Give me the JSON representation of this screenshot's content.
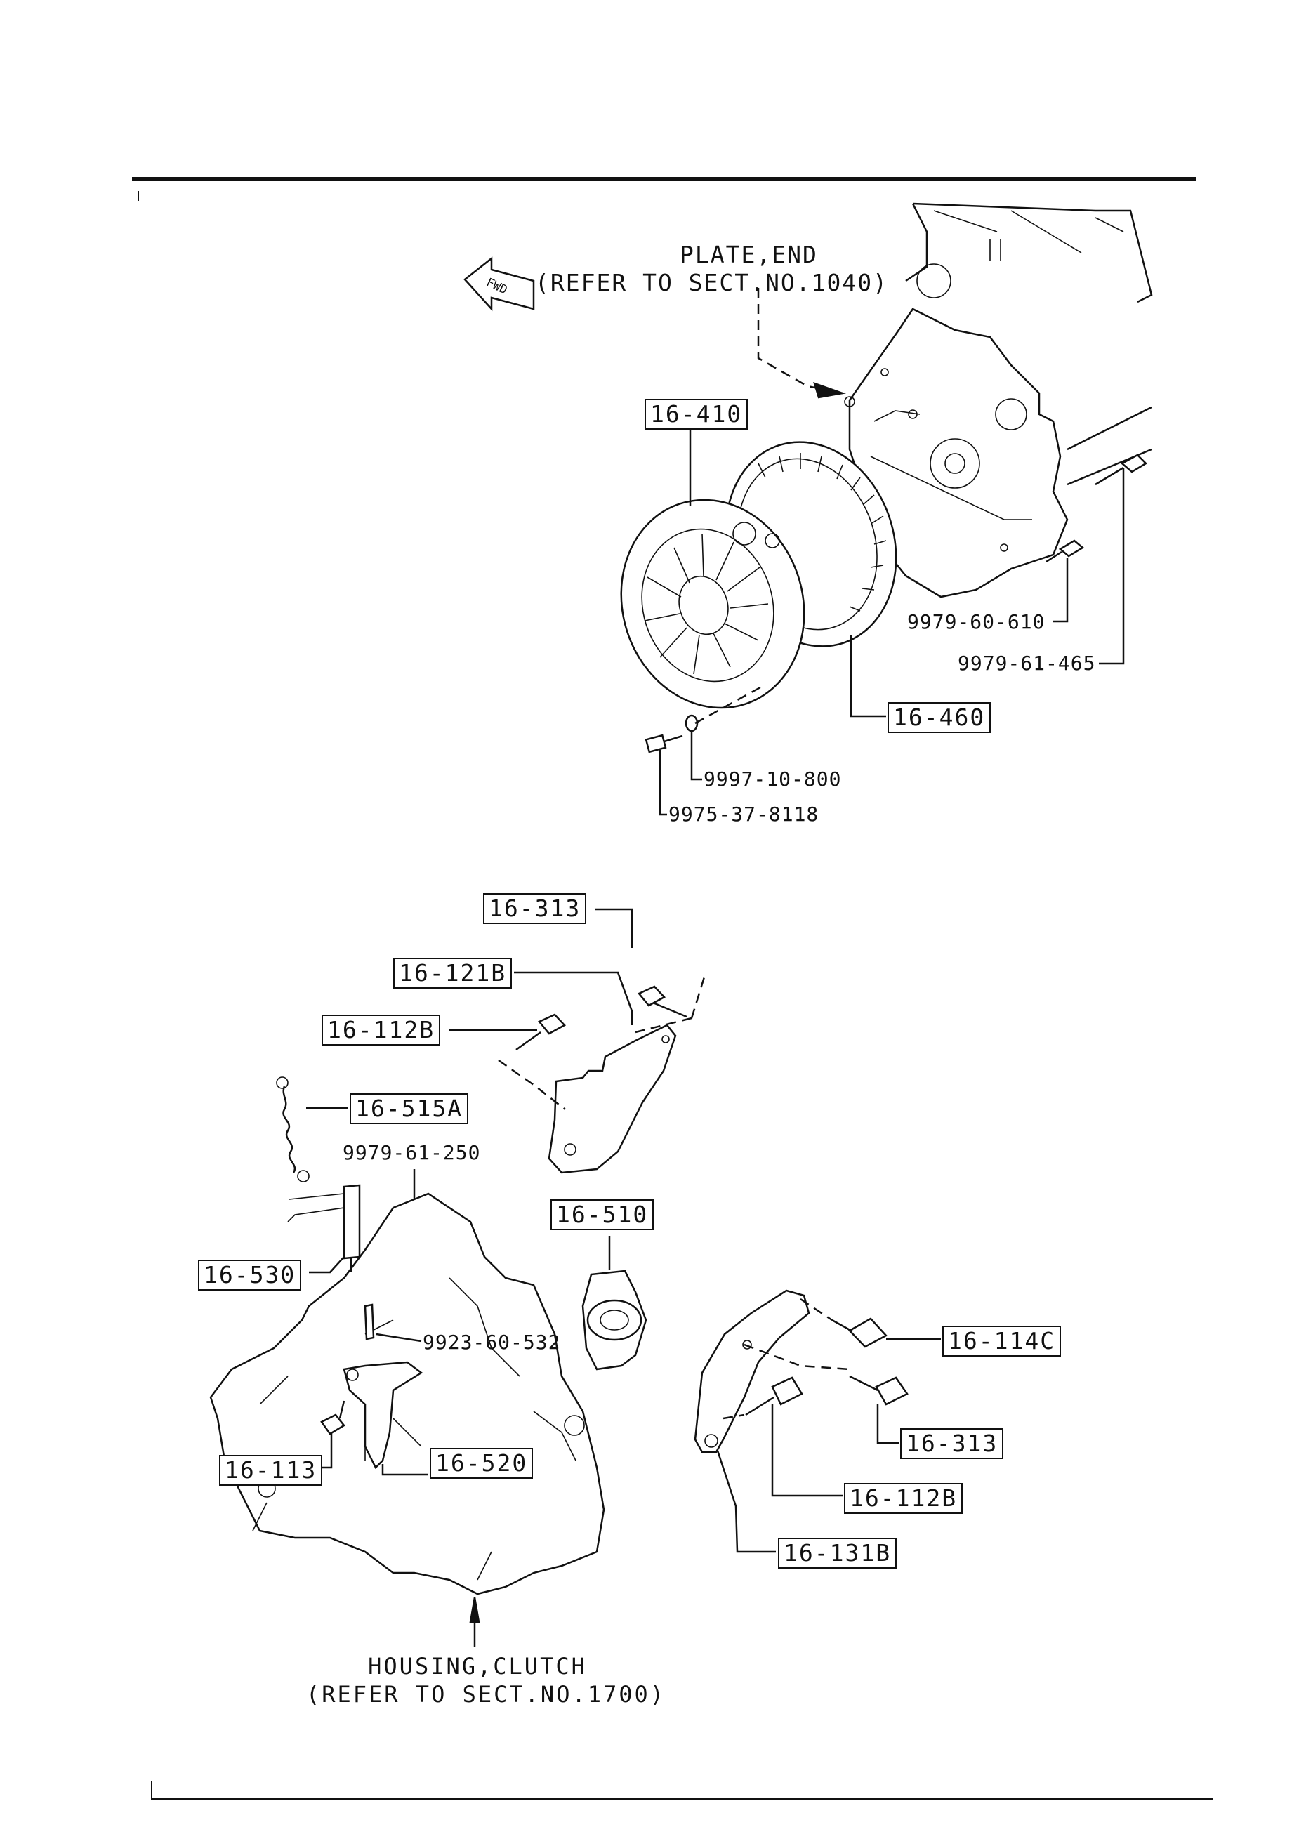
{
  "notes": {
    "plate_end_title": "PLATE,END",
    "plate_end_ref": "(REFER TO SECT.NO.1040)",
    "housing_title": "HOUSING,CLUTCH",
    "housing_ref": "(REFER TO SECT.NO.1700)",
    "fwd": "FWD"
  },
  "labels": {
    "p16_410": "16-410",
    "p16_460": "16-460",
    "p9979_60_610": "9979-60-610",
    "p9979_61_465": "9979-61-465",
    "p9997_10_800": "9997-10-800",
    "p9975_37_8118": "9975-37-8118",
    "p16_313_top": "16-313",
    "p16_121B": "16-121B",
    "p16_112B_top": "16-112B",
    "p16_515A": "16-515A",
    "p9979_61_250": "9979-61-250",
    "p16_510": "16-510",
    "p16_530": "16-530",
    "p9923_60_532": "9923-60-532",
    "p16_113": "16-113",
    "p16_520": "16-520",
    "p16_114C": "16-114C",
    "p16_313_bottom": "16-313",
    "p16_112B_bottom": "16-112B",
    "p16_131B": "16-131B"
  }
}
